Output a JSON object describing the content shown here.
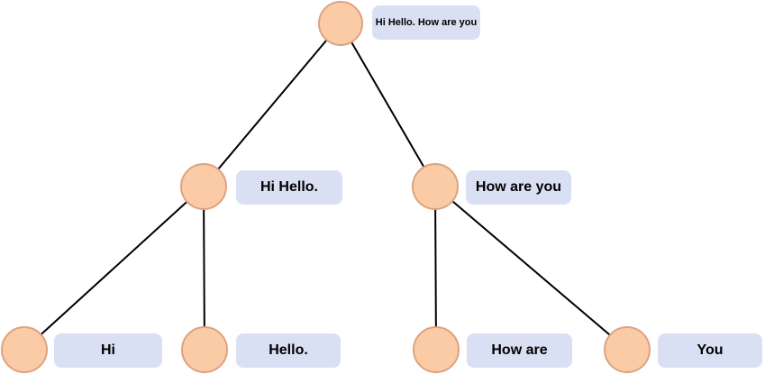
{
  "diagram": {
    "type": "binary-tree",
    "description": "Sentence split tree: a sentence is recursively divided into phrases and words",
    "nodes": {
      "root": {
        "label": "Hi Hello. How are you",
        "level": 0
      },
      "child_left": {
        "label": "Hi Hello.",
        "level": 1,
        "parent": "root"
      },
      "child_right": {
        "label": "How are you",
        "level": 1,
        "parent": "root"
      },
      "leaf_hi": {
        "label": "Hi",
        "level": 2,
        "parent": "child_left"
      },
      "leaf_hello": {
        "label": "Hello.",
        "level": 2,
        "parent": "child_left"
      },
      "leaf_how_are": {
        "label": "How are",
        "level": 2,
        "parent": "child_right"
      },
      "leaf_you": {
        "label": "You",
        "level": 2,
        "parent": "child_right"
      }
    },
    "edges": [
      [
        "root",
        "child_left"
      ],
      [
        "root",
        "child_right"
      ],
      [
        "child_left",
        "leaf_hi"
      ],
      [
        "child_left",
        "leaf_hello"
      ],
      [
        "child_right",
        "leaf_how_are"
      ],
      [
        "child_right",
        "leaf_you"
      ]
    ],
    "colors": {
      "circle_fill": "#FBCBA6",
      "circle_border": "#DCA381",
      "label_box_fill": "#DAE0F3",
      "edge_line": "#000000",
      "text": "#000000",
      "background": "#FFFFFF"
    }
  }
}
